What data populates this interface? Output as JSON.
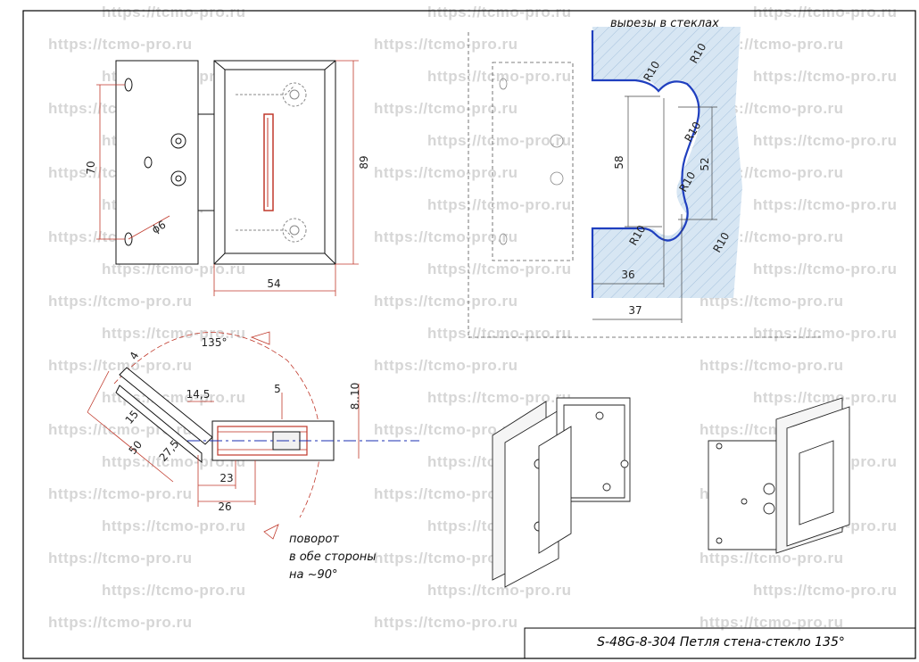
{
  "watermark": {
    "text": "https://tcmo-pro.ru",
    "color": "#d6d6d6"
  },
  "front_view": {
    "dim_height_outer": "89",
    "dim_height_holes": "70",
    "dim_width": "54",
    "dim_hole": "ϕ6"
  },
  "glass_cutout": {
    "title": "вырезы в стеклах",
    "dim_radius": "R10",
    "dim_height_outer": "58",
    "dim_height_inner": "52",
    "dim_width_36": "36",
    "dim_width_37": "37",
    "glass_color": "#cfe0ef",
    "outline_color": "#1f3fbf"
  },
  "section_view": {
    "dim_angle": "135°",
    "dim_4": "4",
    "dim_145": "14,5",
    "dim_15": "15",
    "dim_50": "50",
    "dim_275": "27,5",
    "dim_5": "5",
    "dim_810": "8..10",
    "dim_23": "23",
    "dim_26": "26",
    "rotation_note": [
      "поворот",
      "в обе стороны",
      "на ~90°"
    ],
    "dimension_color": "#c0392b",
    "axis_color": "#1a2fb0"
  },
  "title_block": {
    "text": "S-48G-8-304 Петля стена-стекло 135°"
  }
}
